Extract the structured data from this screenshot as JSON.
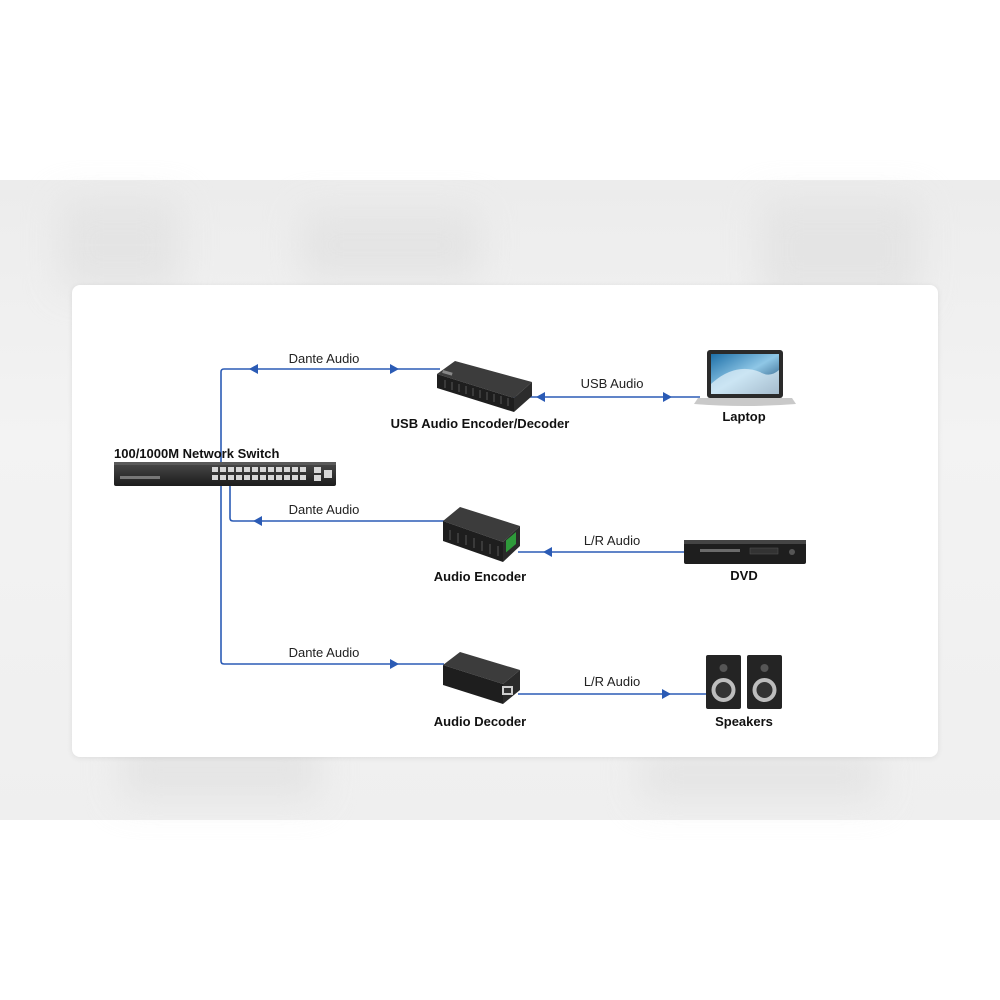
{
  "colors": {
    "link": "#2b5bb5",
    "device": "#1b1b1b",
    "panel": "#ffffff"
  },
  "nodes": {
    "switch": {
      "label": "100/1000M Network Switch"
    },
    "usb": {
      "label": "USB Audio Encoder/Decoder"
    },
    "laptop": {
      "label": "Laptop"
    },
    "encoder": {
      "label": "Audio Encoder"
    },
    "dvd": {
      "label": "DVD"
    },
    "decoder": {
      "label": "Audio Decoder"
    },
    "speakers": {
      "label": "Speakers"
    }
  },
  "links": {
    "dante_1": {
      "label": "Dante Audio"
    },
    "usb_audio": {
      "label": "USB Audio"
    },
    "dante_2": {
      "label": "Dante Audio"
    },
    "lr_audio_1": {
      "label": "L/R Audio"
    },
    "dante_3": {
      "label": "Dante Audio"
    },
    "lr_audio_2": {
      "label": "L/R Audio"
    }
  }
}
